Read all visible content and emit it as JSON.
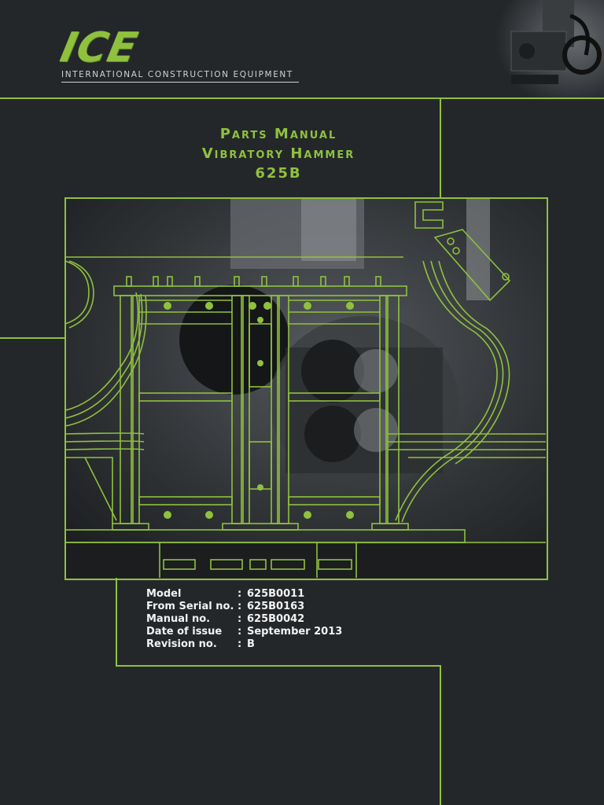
{
  "brand": {
    "logo": "ICE",
    "subtitle": "INTERNATIONAL CONSTRUCTION EQUIPMENT"
  },
  "title": {
    "line1": "Parts Manual",
    "line2": "Vibratory Hammer",
    "line3": "625B"
  },
  "details": [
    {
      "label": "Model",
      "sep": ":",
      "value": "625B0011"
    },
    {
      "label": "From Serial no.",
      "sep": ":",
      "value": "625B0163"
    },
    {
      "label": "Manual no.",
      "sep": ":",
      "value": "625B0042"
    },
    {
      "label": "Date of issue",
      "sep": ":",
      "value": "September 2013"
    },
    {
      "label": "Revision no.",
      "sep": ":",
      "value": "B"
    }
  ],
  "colors": {
    "background": "#24272a",
    "accent": "#8fc13e",
    "text": "#f2f2f2"
  },
  "images": {
    "cover": "vibratory-hammer-photo-with-blueprint-overlay",
    "corner": "machine-photo-thumbnail"
  }
}
